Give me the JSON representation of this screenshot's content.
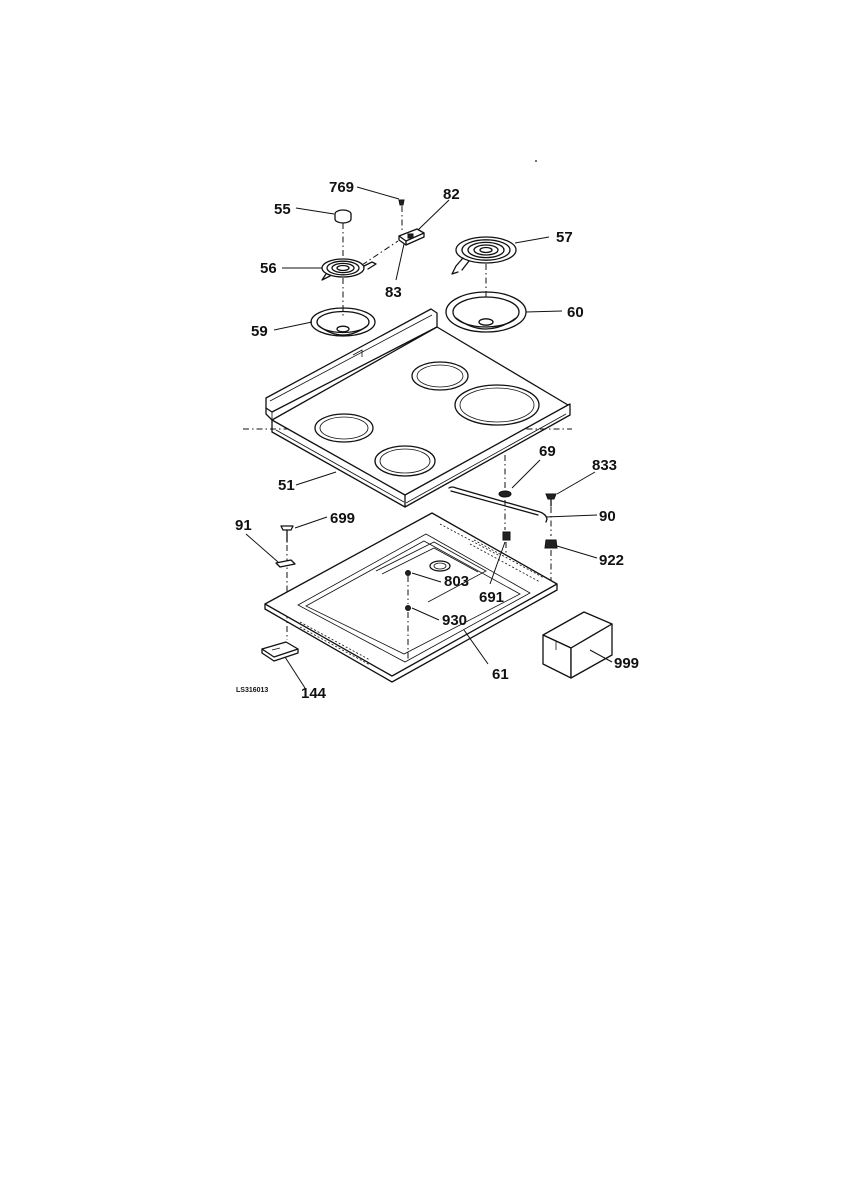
{
  "diagram": {
    "figure_code": "LS316013",
    "part_labels": {
      "p51": "51",
      "p55": "55",
      "p56": "56",
      "p57": "57",
      "p59": "59",
      "p60": "60",
      "p61": "61",
      "p69": "69",
      "p82": "82",
      "p83": "83",
      "p90": "90",
      "p91": "91",
      "p144": "144",
      "p691": "691",
      "p699": "699",
      "p769": "769",
      "p803": "803",
      "p833": "833",
      "p922": "922",
      "p930": "930",
      "p999": "999"
    }
  }
}
